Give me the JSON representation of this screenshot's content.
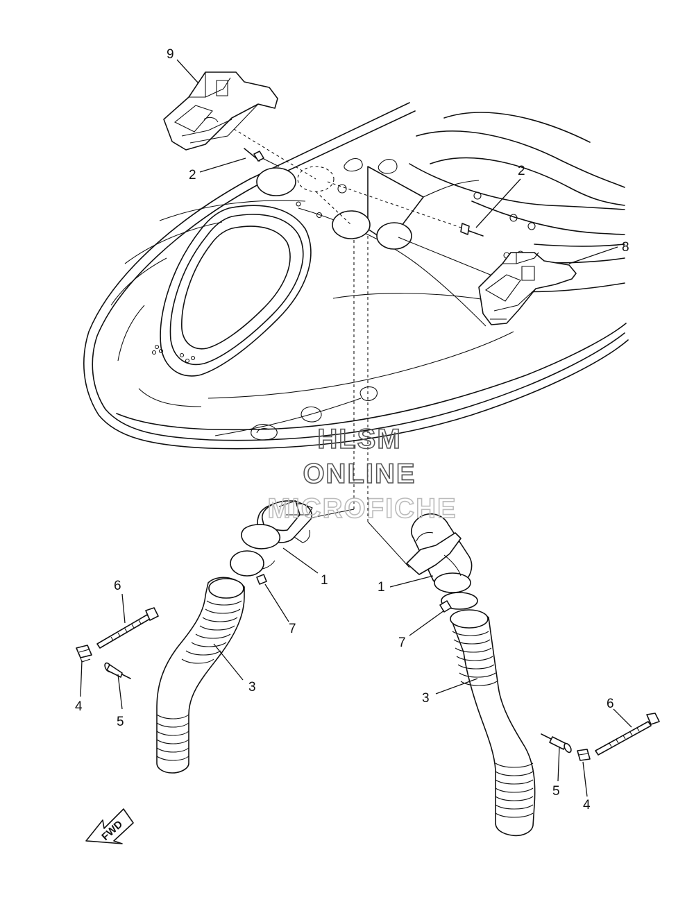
{
  "callouts": {
    "c1a": "1",
    "c1b": "1",
    "c2a": "2",
    "c2b": "2",
    "c3a": "3",
    "c3b": "3",
    "c4a": "4",
    "c4b": "4",
    "c5a": "5",
    "c5b": "5",
    "c6a": "6",
    "c6b": "6",
    "c7a": "7",
    "c7b": "7",
    "c8": "8",
    "c9": "9"
  },
  "watermark": {
    "line1": "HLSM",
    "line2": "ONLINE",
    "line3": "MICROFICHE"
  },
  "direction_label": "FWD"
}
